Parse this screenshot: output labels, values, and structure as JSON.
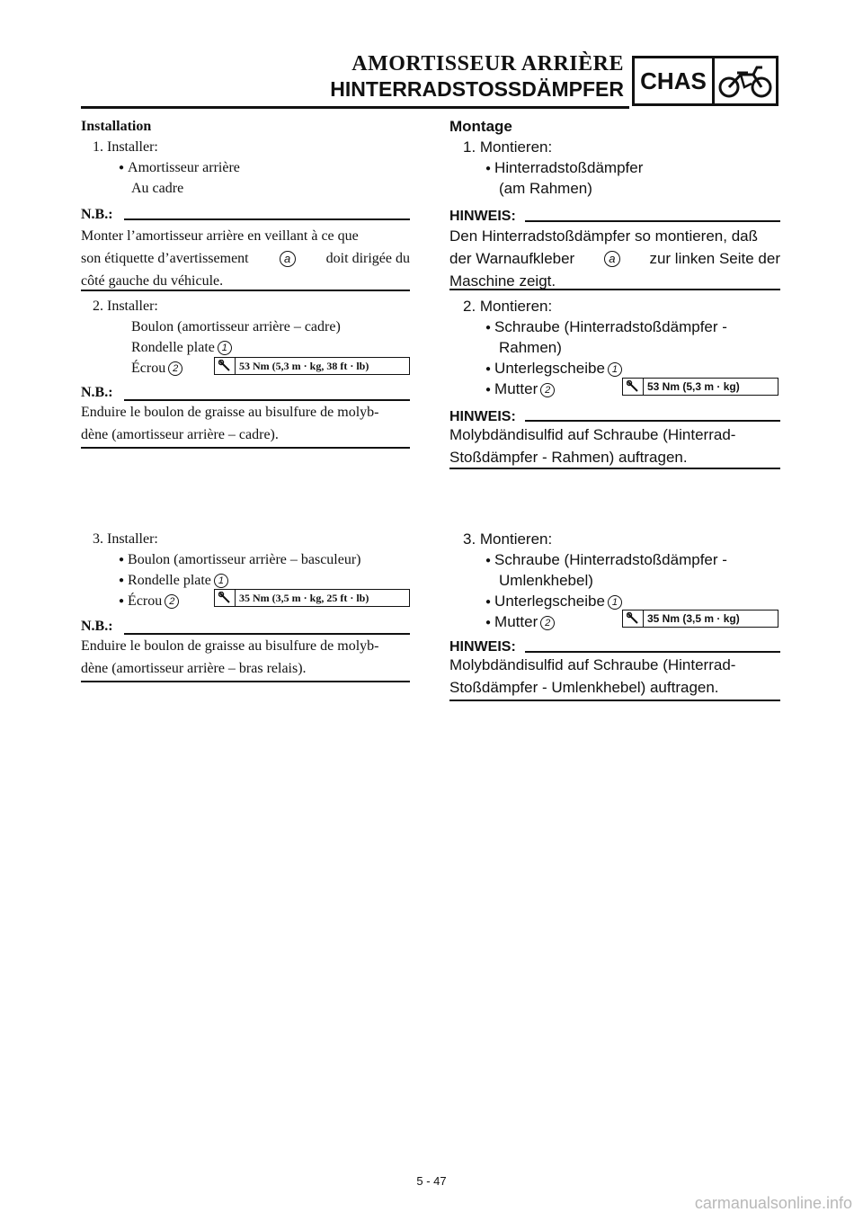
{
  "header": {
    "title_fr": "AMORTISSEUR ARRIÈRE",
    "title_de": "HINTERRADSTOSSDÄMPFER",
    "badge": "CHAS",
    "badge_icon": "motorcycle-icon"
  },
  "fr": {
    "heading": "Installation",
    "step1": {
      "label": "1. Installer:",
      "item1": "Amortisseur arrière",
      "item2": "Au cadre"
    },
    "note1": {
      "label": "N.B.:",
      "line1": "Monter l’amortisseur arrière en veillant à ce que",
      "line2a": "son étiquette d’avertissement",
      "marker": "a",
      "line2b": "doit dirigée du",
      "line3": "côté gauche du véhicule."
    },
    "step2": {
      "label": "2. Installer:",
      "item1": "Boulon (amortisseur arrière – cadre)",
      "item2": "Rondelle plate",
      "item2_num": "1",
      "item3": "Écrou",
      "item3_num": "2",
      "torque": "53 Nm (5,3 m · kg, 38 ft · lb)"
    },
    "note2": {
      "label": "N.B.:",
      "line1": "Enduire le boulon de graisse au bisulfure de molyb-",
      "line2": "dène (amortisseur arrière – cadre)."
    },
    "step3": {
      "label": "3. Installer:",
      "item1": "Boulon (amortisseur arrière – basculeur)",
      "item2": "Rondelle plate",
      "item2_num": "1",
      "item3": "Écrou",
      "item3_num": "2",
      "torque": "35 Nm (3,5 m · kg, 25 ft · lb)"
    },
    "note3": {
      "label": "N.B.:",
      "line1": "Enduire le boulon de graisse au bisulfure de molyb-",
      "line2": "dène (amortisseur arrière – bras relais)."
    }
  },
  "de": {
    "heading": "Montage",
    "step1": {
      "label": "1. Montieren:",
      "item1": "Hinterradstoßdämpfer",
      "item2": "(am Rahmen)"
    },
    "note1": {
      "label": "HINWEIS:",
      "line1": "Den Hinterradstoßdämpfer so montieren, daß",
      "line2a": "der Warnaufkleber",
      "marker": "a",
      "line2b": "zur linken Seite der",
      "line3": "Maschine zeigt."
    },
    "step2": {
      "label": "2. Montieren:",
      "item1a": "Schraube (Hinterradstoßdämpfer -",
      "item1b": "Rahmen)",
      "item2": "Unterlegscheibe",
      "item2_num": "1",
      "item3": "Mutter",
      "item3_num": "2",
      "torque": "53 Nm (5,3 m · kg)"
    },
    "note2": {
      "label": "HINWEIS:",
      "line1": "Molybdändisulfid auf Schraube (Hinterrad-",
      "line2": "Stoßdämpfer - Rahmen) auftragen."
    },
    "step3": {
      "label": "3. Montieren:",
      "item1a": "Schraube (Hinterradstoßdämpfer -",
      "item1b": "Umlenkhebel)",
      "item2": "Unterlegscheibe",
      "item2_num": "1",
      "item3": "Mutter",
      "item3_num": "2",
      "torque": "35 Nm (3,5 m · kg)"
    },
    "note3": {
      "label": "HINWEIS:",
      "line1": "Molybdändisulfid auf Schraube (Hinterrad-",
      "line2": "Stoßdämpfer - Umlenkhebel) auftragen."
    }
  },
  "footer": {
    "page": "5 - 47",
    "watermark": "carmanualsonline.info"
  }
}
